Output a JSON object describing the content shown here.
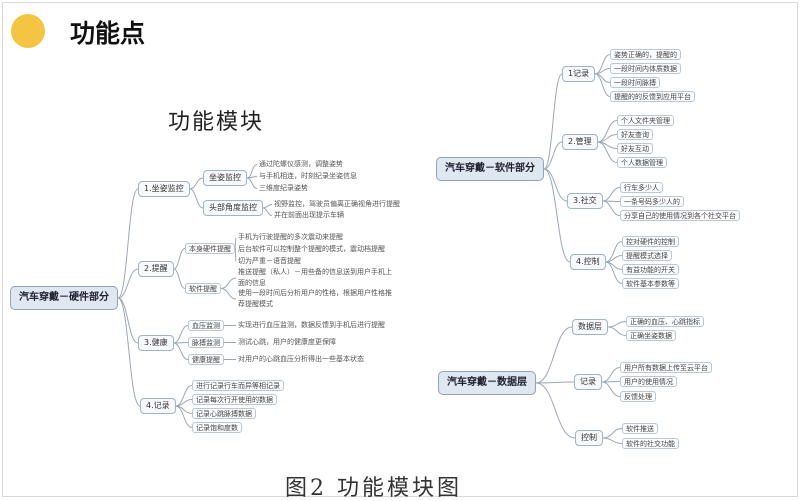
{
  "page": {
    "title": "功能点",
    "subtitle": "功能模块",
    "caption": "图2    功能模块图"
  },
  "hardware": {
    "root": "汽车穿戴－硬件部分",
    "c1": {
      "label": "1.坐姿监控",
      "sitting": {
        "label": "坐姿监控",
        "items": [
          "通过陀螺仪感测，调整姿势",
          "与手机相连，时刻纪录坐姿信息",
          "三维度纪录姿势"
        ]
      },
      "head": {
        "label": "头部角度监控",
        "items": [
          "视野监控，驾驶员偏离正确视角进行提醒",
          "并在前面出现提示车辆"
        ]
      }
    },
    "c2": {
      "label": "2.提醒",
      "self": {
        "label": "本身硬件提醒",
        "items": [
          "手机为行驶提醒的多次震动来提醒",
          "后台软件可以控制整个提醒的模式，震动档提醒",
          "切为严重－语音提醒"
        ]
      },
      "soft": {
        "label": "软件提醒",
        "notes": [
          "推送提醒（私人）－用些备的信息送到用户手机上面的信息",
          "使用一段时间后分析用户的性格，根据用户性格推荐提醒模式"
        ]
      }
    },
    "c3": {
      "label": "3.健康",
      "bp": {
        "label": "血压监测",
        "note": "实现进行血压监测，数据反馈到手机后进行提醒"
      },
      "pulse": {
        "label": "脉搏监测",
        "note": "测试心跳，用户的健康度更保障"
      },
      "report": {
        "label": "健康提醒",
        "note": "对用户的心跳血压分析得出一些基本状态"
      }
    },
    "c4": {
      "label": "4.记录",
      "items": [
        "进行记录行车而异等相记录",
        "记录每次行开使用的数据",
        "记录心跳脉搏数据",
        "记录饱和度数"
      ]
    }
  },
  "software": {
    "root": "汽车穿戴－软件部分",
    "c1": {
      "label": "1记录",
      "items": [
        "姿势正确的，提醒的",
        "一段时间内体质数据",
        "一段时间脉搏",
        "提醒的的反馈到应用平台"
      ]
    },
    "c2": {
      "label": "2.管理",
      "items": [
        "个人文件夹管理",
        "好友查询",
        "好友互动",
        "个人数据管理"
      ]
    },
    "c3": {
      "label": "3.社交",
      "items": [
        "行车多少人",
        "一条号码多少人的",
        "分享自己的使用情况到各个社交平台"
      ]
    },
    "c4": {
      "label": "4.控制",
      "items": [
        "控对硬件的控制",
        "提醒模式选择",
        "有益功能的开关",
        "软件基本参数等"
      ]
    }
  },
  "data_layer": {
    "root": "汽车穿戴－数据层",
    "c1": {
      "label": "数据层",
      "items": [
        "正确的血压、心跳指标",
        "正确坐姿数据"
      ]
    },
    "c2": {
      "label": "记录",
      "items": [
        "用户所有数据上传至云平台",
        "用户的使用情况",
        "反馈处理"
      ]
    },
    "c3": {
      "label": "控制",
      "items": [
        "软件推送",
        "软件的社交功能"
      ]
    }
  },
  "colors": {
    "accent_dot": "#f4c542",
    "line": "#9aa7b4",
    "root_fill": "#dfe7f1"
  }
}
